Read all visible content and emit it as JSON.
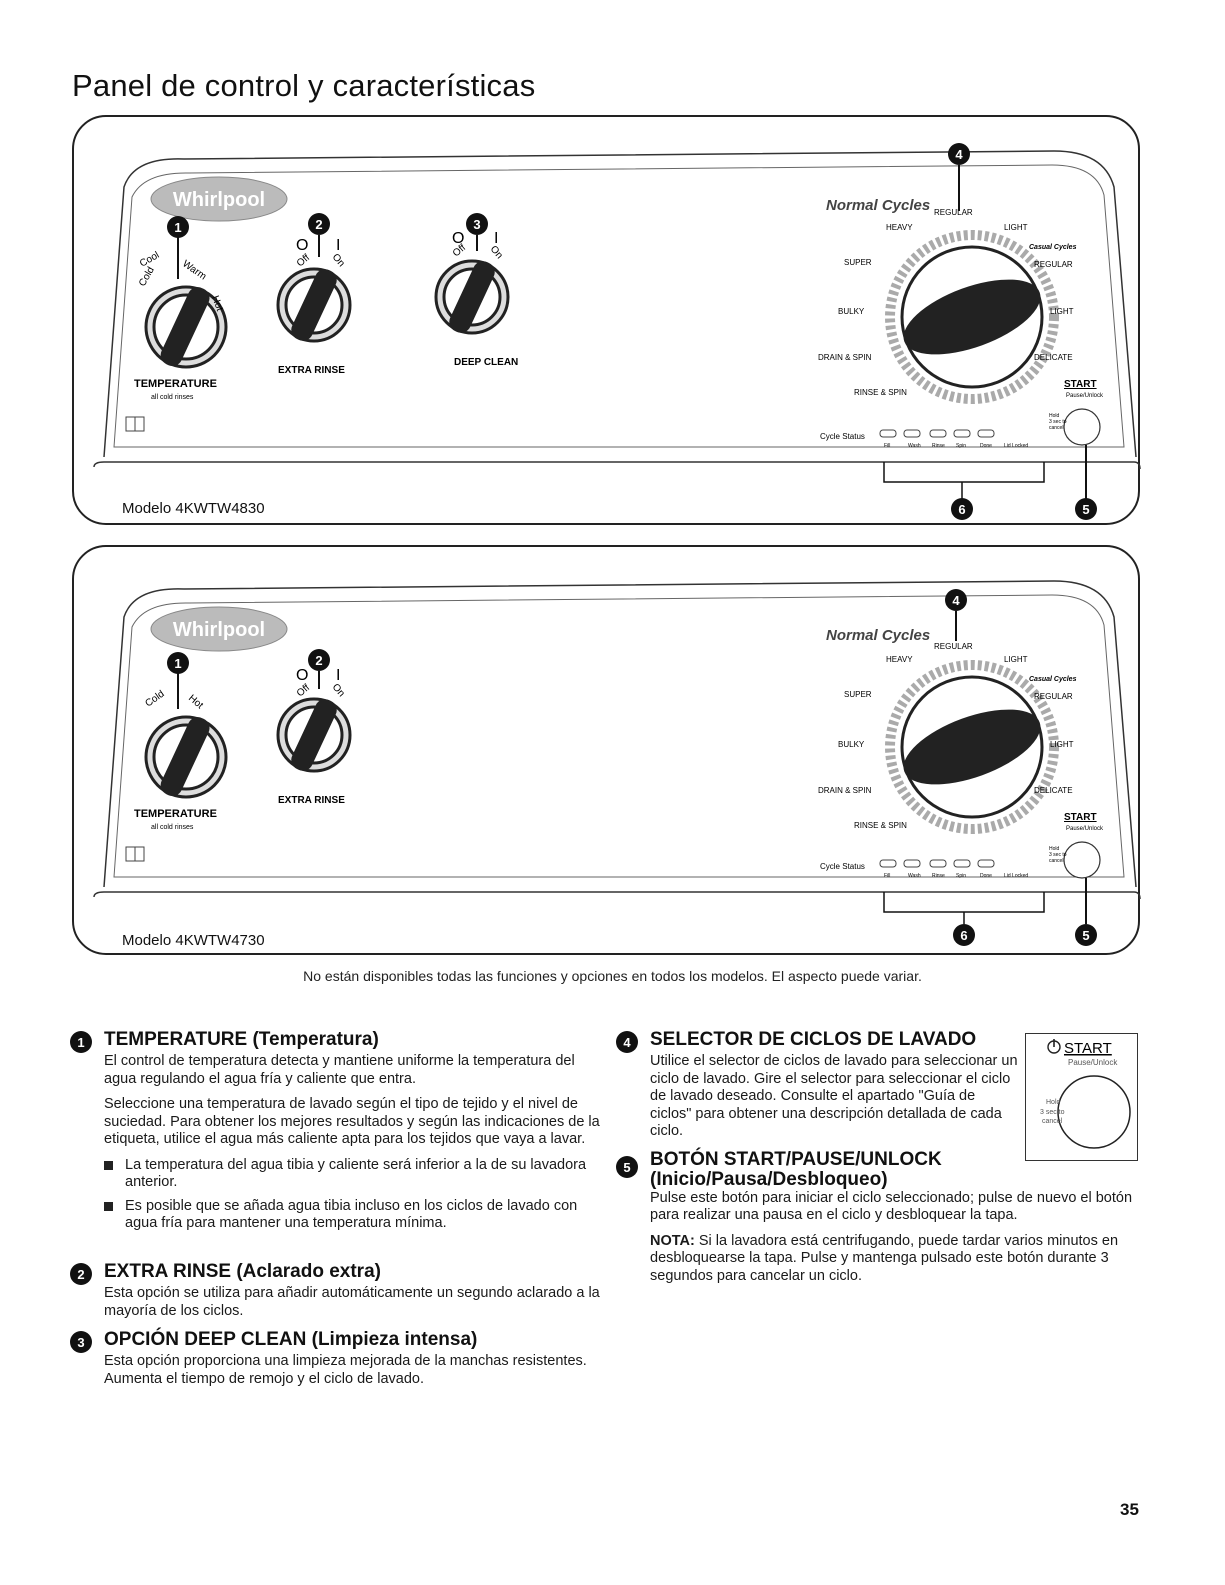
{
  "page": {
    "title": "Panel de control y características",
    "note": "No están disponibles todas las funciones y opciones en todos los modelos. El aspecto puede variar.",
    "number": "35"
  },
  "panels": [
    {
      "model": "Modelo 4KWTW4830",
      "brand": "Whirlpool",
      "temperature_label": "TEMPERATURE",
      "temperature_sub": "all cold rinses",
      "temp_settings": [
        "Cold",
        "Cool",
        "Warm",
        "Hot"
      ],
      "extra_rinse_label": "EXTRA RINSE",
      "deep_clean_label": "DEEP CLEAN",
      "off": "Off",
      "on": "On",
      "switch_o": "O",
      "switch_i": "I"
    },
    {
      "model": "Modelo 4KWTW4730",
      "brand": "Whirlpool",
      "temperature_label": "TEMPERATURE",
      "temperature_sub": "all cold rinses",
      "temp_settings": [
        "Cold",
        "Hot"
      ],
      "extra_rinse_label": "EXTRA RINSE",
      "off": "Off",
      "on": "On",
      "switch_o": "O",
      "switch_i": "I"
    }
  ],
  "cycle_dial": {
    "normal_title": "Normal Cycles",
    "casual_title": "Casual Cycles",
    "regular_top": "REGULAR",
    "heavy": "HEAVY",
    "light_top": "LIGHT",
    "super": "SUPER",
    "bulky": "BULKY",
    "drain_spin": "DRAIN & SPIN",
    "rinse_spin": "RINSE & SPIN",
    "regular_casual": "REGULAR",
    "light_casual": "LIGHT",
    "delicate": "DELICATE",
    "start": "START",
    "pause_unlock": "Pause/Unlock",
    "hold": "Hold",
    "hold2": "3 sec to",
    "hold3": "cancel",
    "cycle_status": "Cycle Status",
    "status_items": [
      "Fill",
      "Wash",
      "Rinse",
      "Spin",
      "Done",
      "Lid Locked"
    ]
  },
  "callouts": [
    "1",
    "2",
    "3",
    "4",
    "5",
    "6"
  ],
  "sections": {
    "s1": {
      "num": "1",
      "title": "TEMPERATURE (Temperatura)",
      "p1": "El control de temperatura detecta y mantiene uniforme la temperatura del agua regulando el agua fría y caliente que entra.",
      "p2": "Seleccione una temperatura de lavado según el tipo de tejido y el nivel de suciedad. Para obtener los mejores resultados y según las indicaciones de la etiqueta, utilice el agua más caliente apta para los tejidos que vaya a lavar.",
      "b1": "La temperatura del agua tibia y caliente será inferior a la de su lavadora anterior.",
      "b2": "Es posible que se añada agua tibia incluso en los ciclos de lavado con agua fría para mantener una temperatura mínima."
    },
    "s2": {
      "num": "2",
      "title": "EXTRA RINSE (Aclarado extra)",
      "p1": "Esta opción se utiliza para añadir automáticamente un segundo aclarado a la mayoría de los ciclos."
    },
    "s3": {
      "num": "3",
      "title": "OPCIÓN DEEP CLEAN (Limpieza intensa)",
      "p1": "Esta opción proporciona una limpieza mejorada de la manchas resistentes. Aumenta el tiempo de remojo y el ciclo de lavado."
    },
    "s4": {
      "num": "4",
      "title": "SELECTOR DE CICLOS DE LAVADO",
      "p1": "Utilice el selector de ciclos de lavado para seleccionar un ciclo de lavado. Gire el selector para seleccionar el ciclo de lavado deseado. Consulte el apartado \"Guía de ciclos\" para obtener una descripción detallada de cada ciclo."
    },
    "s5": {
      "num": "5",
      "title": "BOTÓN START/PAUSE/UNLOCK",
      "title2": "(Inicio/Pausa/Desbloqueo)",
      "p1": "Pulse este botón para iniciar el ciclo seleccionado; pulse de nuevo el botón para realizar una pausa en el ciclo y desbloquear la tapa.",
      "note_label": "NOTA:",
      "note": " Si la lavadora está centrifugando, puede tardar varios minutos en desbloquearse la tapa. Pulse y mantenga pulsado este botón durante 3 segundos para cancelar un ciclo."
    }
  }
}
